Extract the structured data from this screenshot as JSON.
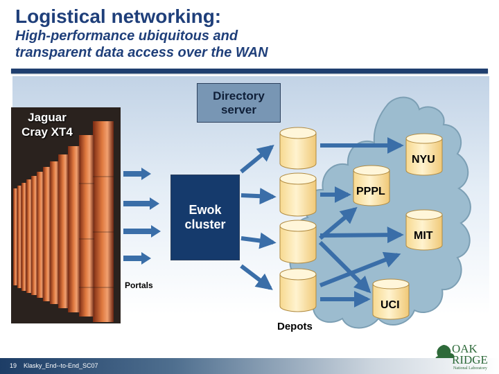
{
  "title": {
    "line1": "Logistical networking:",
    "line2": "High-performance ubiquitous and",
    "line3": "transparent data access over the WAN"
  },
  "jaguar": {
    "line1": "Jaguar",
    "line2": "Cray XT4"
  },
  "directory_server": {
    "line1": "Directory",
    "line2": "server"
  },
  "ewok": {
    "line1": "Ewok",
    "line2": "cluster"
  },
  "portals_label": "Portals",
  "depots_label": "Depots",
  "sites": [
    "NYU",
    "PPPL",
    "MIT",
    "UCI"
  ],
  "footer": {
    "slide_number": "19",
    "text": "Klasky_End--to-End_SC07"
  },
  "logo": {
    "line1": "OAK",
    "line2": "RIDGE",
    "line3": "National Laboratory"
  },
  "colors": {
    "title": "#1f3f7a",
    "ewok_box": "#153a6c",
    "directory_box": "#7896b4",
    "arrow": "#3a6ea8",
    "cloud": "#8fb3c8",
    "cylinder": "#fde7b0"
  }
}
